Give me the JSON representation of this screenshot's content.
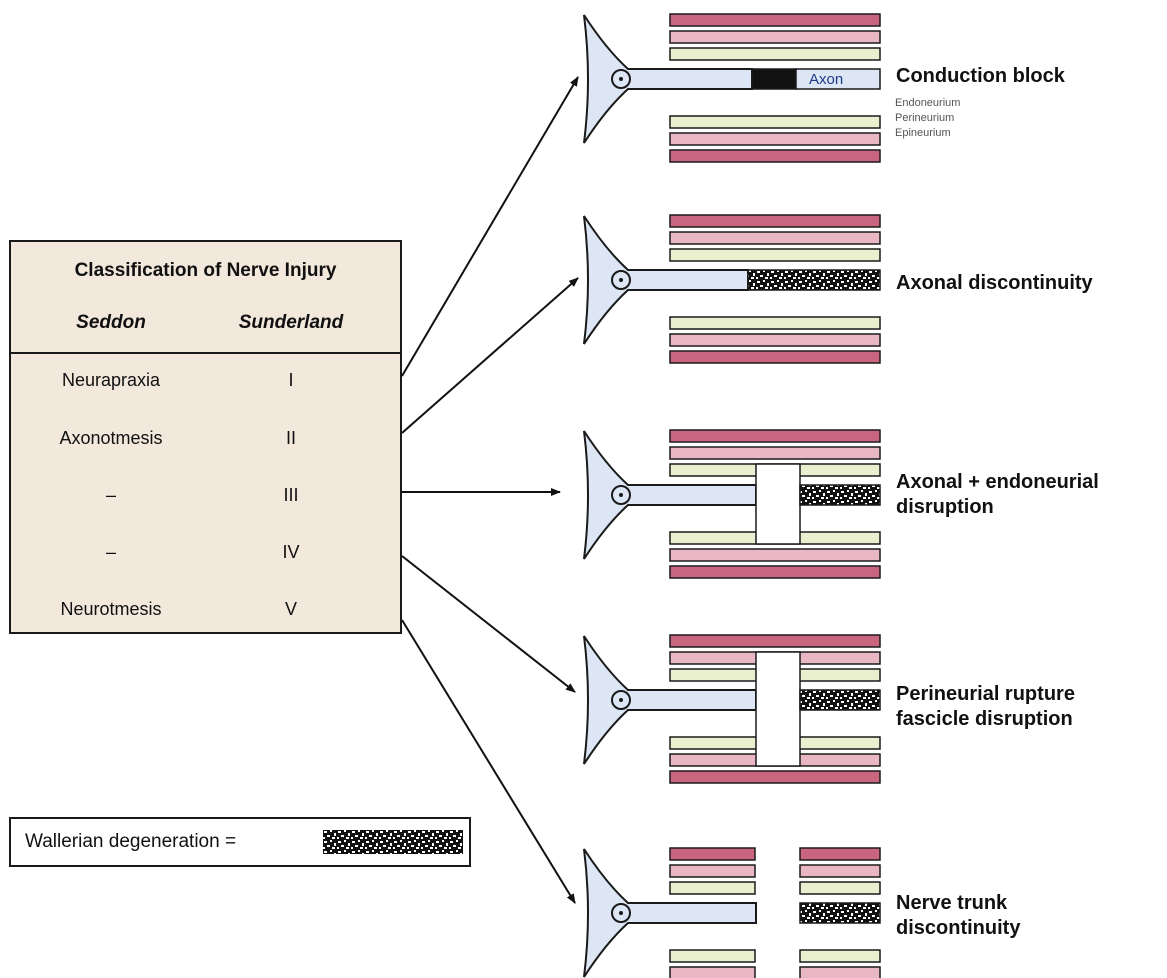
{
  "table": {
    "title": "Classification of Nerve Injury",
    "col1_header": "Seddon",
    "col2_header": "Sunderland",
    "rows": [
      {
        "seddon": "Neurapraxia",
        "sunderland": "I"
      },
      {
        "seddon": "Axonotmesis",
        "sunderland": "II"
      },
      {
        "seddon": "–",
        "sunderland": "III"
      },
      {
        "seddon": "–",
        "sunderland": "IV"
      },
      {
        "seddon": "Neurotmesis",
        "sunderland": "V"
      }
    ]
  },
  "legend": {
    "label": "Wallerian degeneration ="
  },
  "structure_labels": {
    "axon": "Axon",
    "endoneurium": "Endoneurium",
    "perineurium": "Perineurium",
    "epineurium": "Epineurium"
  },
  "injuries": [
    {
      "line1": "Conduction block",
      "line2": ""
    },
    {
      "line1": "Axonal discontinuity",
      "line2": ""
    },
    {
      "line1": "Axonal + endoneurial",
      "line2": "disruption"
    },
    {
      "line1": "Perineurial rupture",
      "line2": "fascicle disruption"
    },
    {
      "line1": "Nerve trunk",
      "line2": "discontinuity"
    }
  ],
  "colors": {
    "epineurium": "#c9657f",
    "perineurium": "#e9b7c3",
    "endoneurium": "#eaf0cf",
    "axon": "#dce6f4",
    "table_bg": "#f2e8dc",
    "outline": "#1a1a1a"
  }
}
